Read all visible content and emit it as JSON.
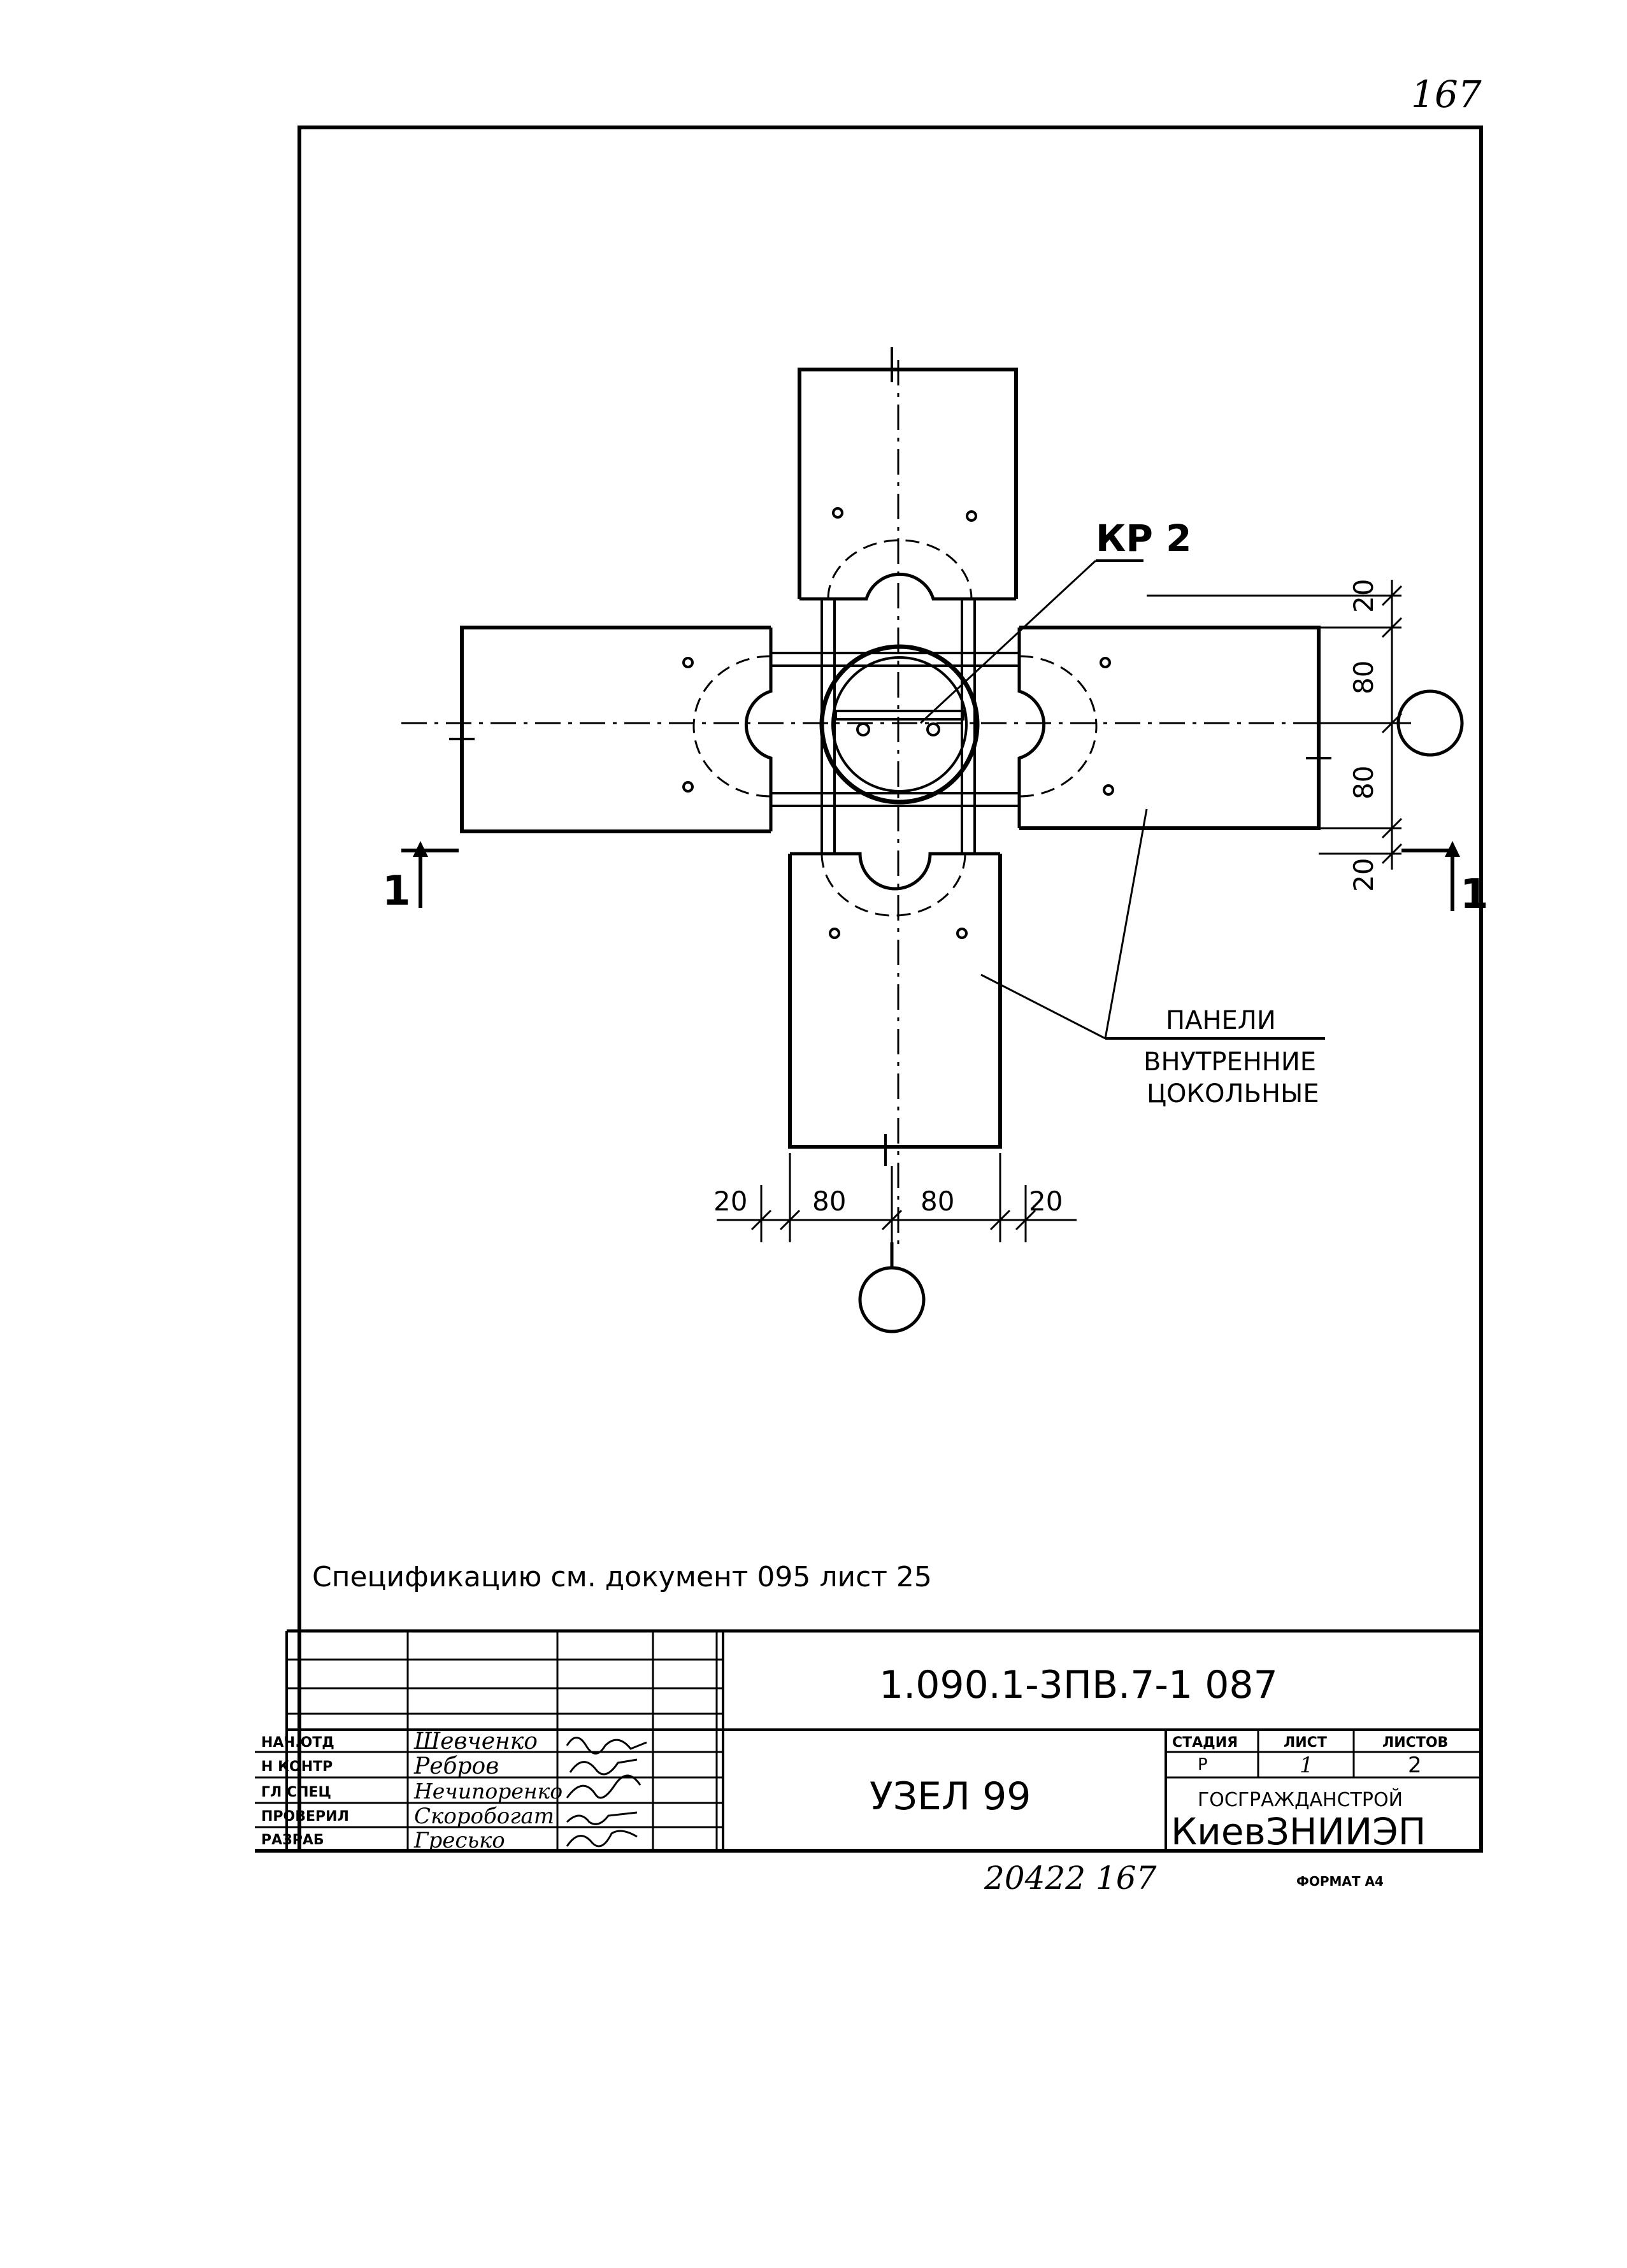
{
  "page_number_mark": "167",
  "drawing": {
    "label_kr2": "КР 2",
    "panel_note": [
      "ПАНЕЛИ",
      "ВНУТРЕННИЕ",
      "ЦОКОЛЬНЫЕ"
    ],
    "section_mark": "1",
    "dims_right": [
      "20",
      "80",
      "80",
      "20"
    ],
    "dims_bottom": [
      "20",
      "80",
      "80",
      "20"
    ]
  },
  "spec_note": "Спецификацию см. документ 095 лист 25",
  "title_block": {
    "doc_code": "1.090.1-3ПВ.7-1 087",
    "node_title": "УЗЕЛ 99",
    "roles": [
      "НАЧ.ОТД",
      "Н КОНТР",
      "ГЛ СПЕЦ",
      "ПРОВЕРИЛ",
      "РАЗРАБ"
    ],
    "names": [
      "Шевченко",
      "Ребров",
      "Нечипоренко",
      "Скоробогат",
      "Гресько"
    ],
    "stage_header": "СТАДИЯ",
    "sheet_header": "ЛИСТ",
    "sheets_header": "ЛИСТОВ",
    "stage": "Р",
    "sheet": "1",
    "sheets": "2",
    "org_line1": "ГОСГРАЖДАНСТРОЙ",
    "org_line2": "КиевЗНИИЭП"
  },
  "bottom_number": "20422 167",
  "format_label": "ФОРМАТ А4"
}
